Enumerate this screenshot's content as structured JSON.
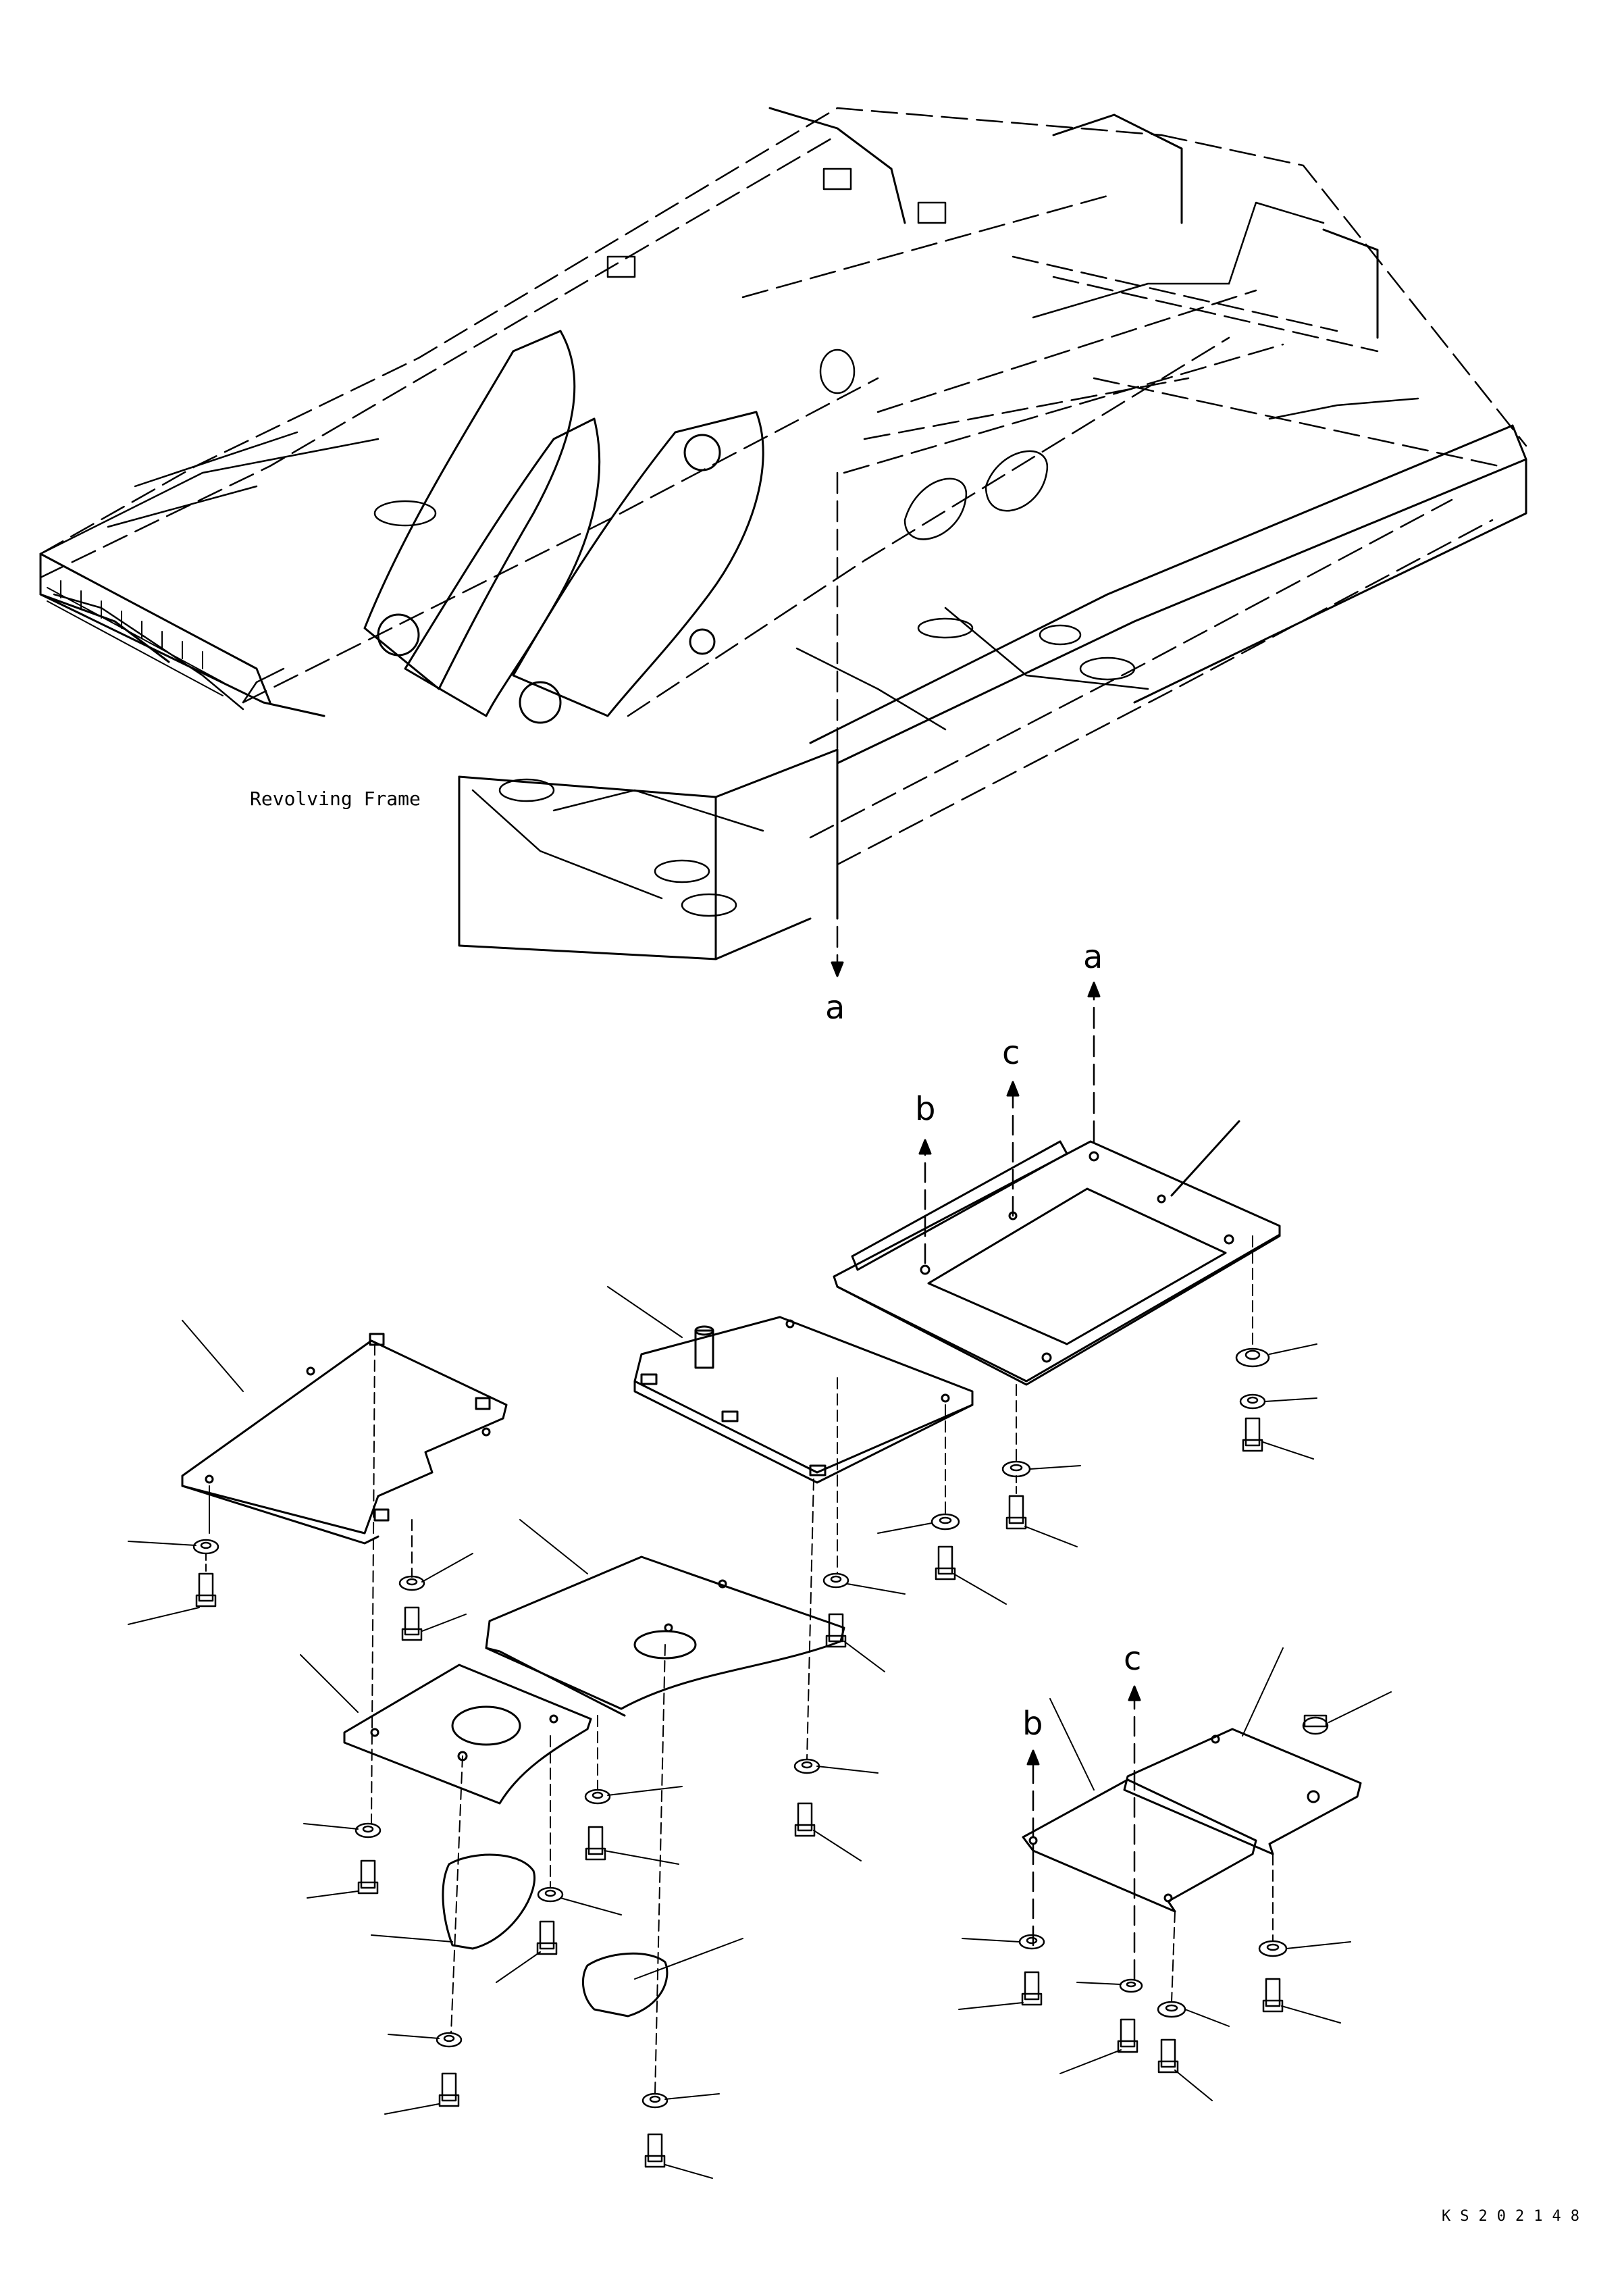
{
  "figure": {
    "frame_caption": "Revolving Frame",
    "drawing_code": "KS202148",
    "callout_a_top": "a",
    "callout_a_plate": "a",
    "callout_b_plate": "b",
    "callout_c_plate": "c",
    "callout_b_lower": "b",
    "callout_c_lower": "c",
    "line_color": "#000000",
    "background": "#ffffff"
  }
}
